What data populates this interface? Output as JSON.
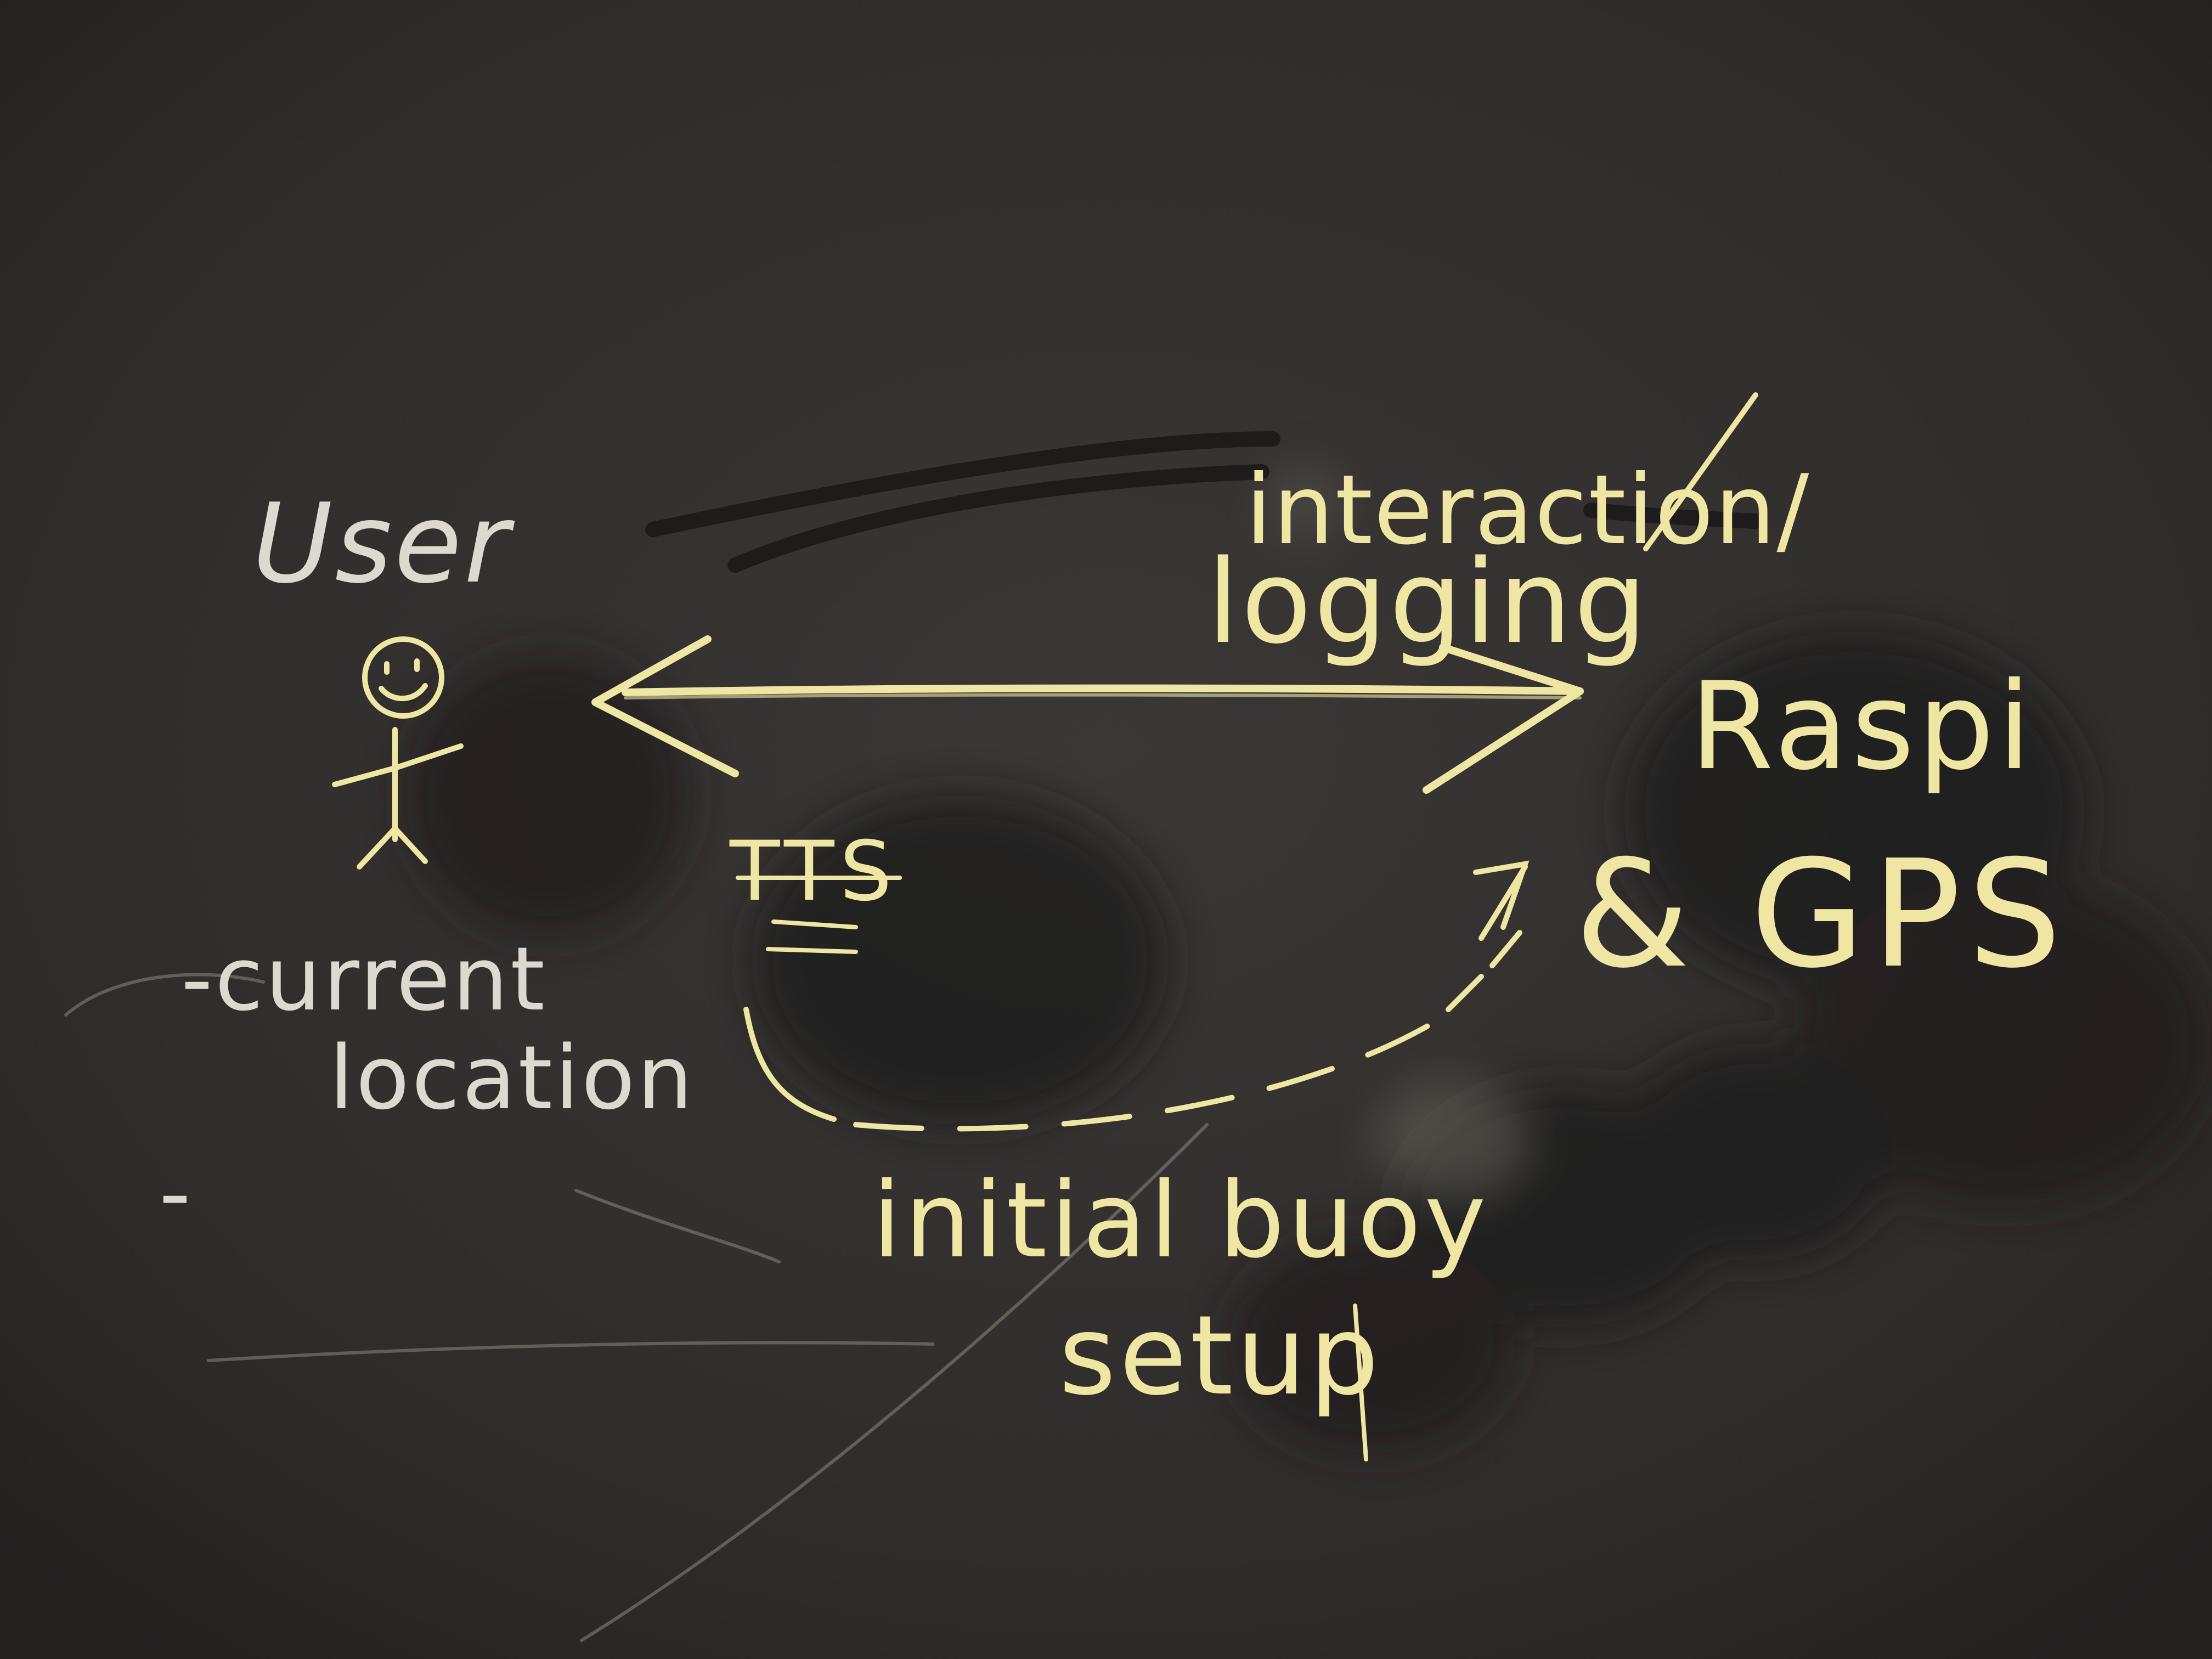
{
  "diagram": {
    "user_label": "User",
    "user_notes": [
      "-current",
      "location"
    ],
    "user_extra_dash": "-",
    "raspi_label": "Raspi",
    "gps_label": "& GPS",
    "interaction_label": "interaction/",
    "logging_label": "logging",
    "tts_label": "TTS",
    "initial_label": "initial buoy",
    "setup_label": "setup"
  },
  "colors": {
    "board": "#2f2c2b",
    "chalk_yellow": "#efe6a4",
    "chalk_white": "#ded9d0",
    "smudge": "#1c1a1a"
  }
}
